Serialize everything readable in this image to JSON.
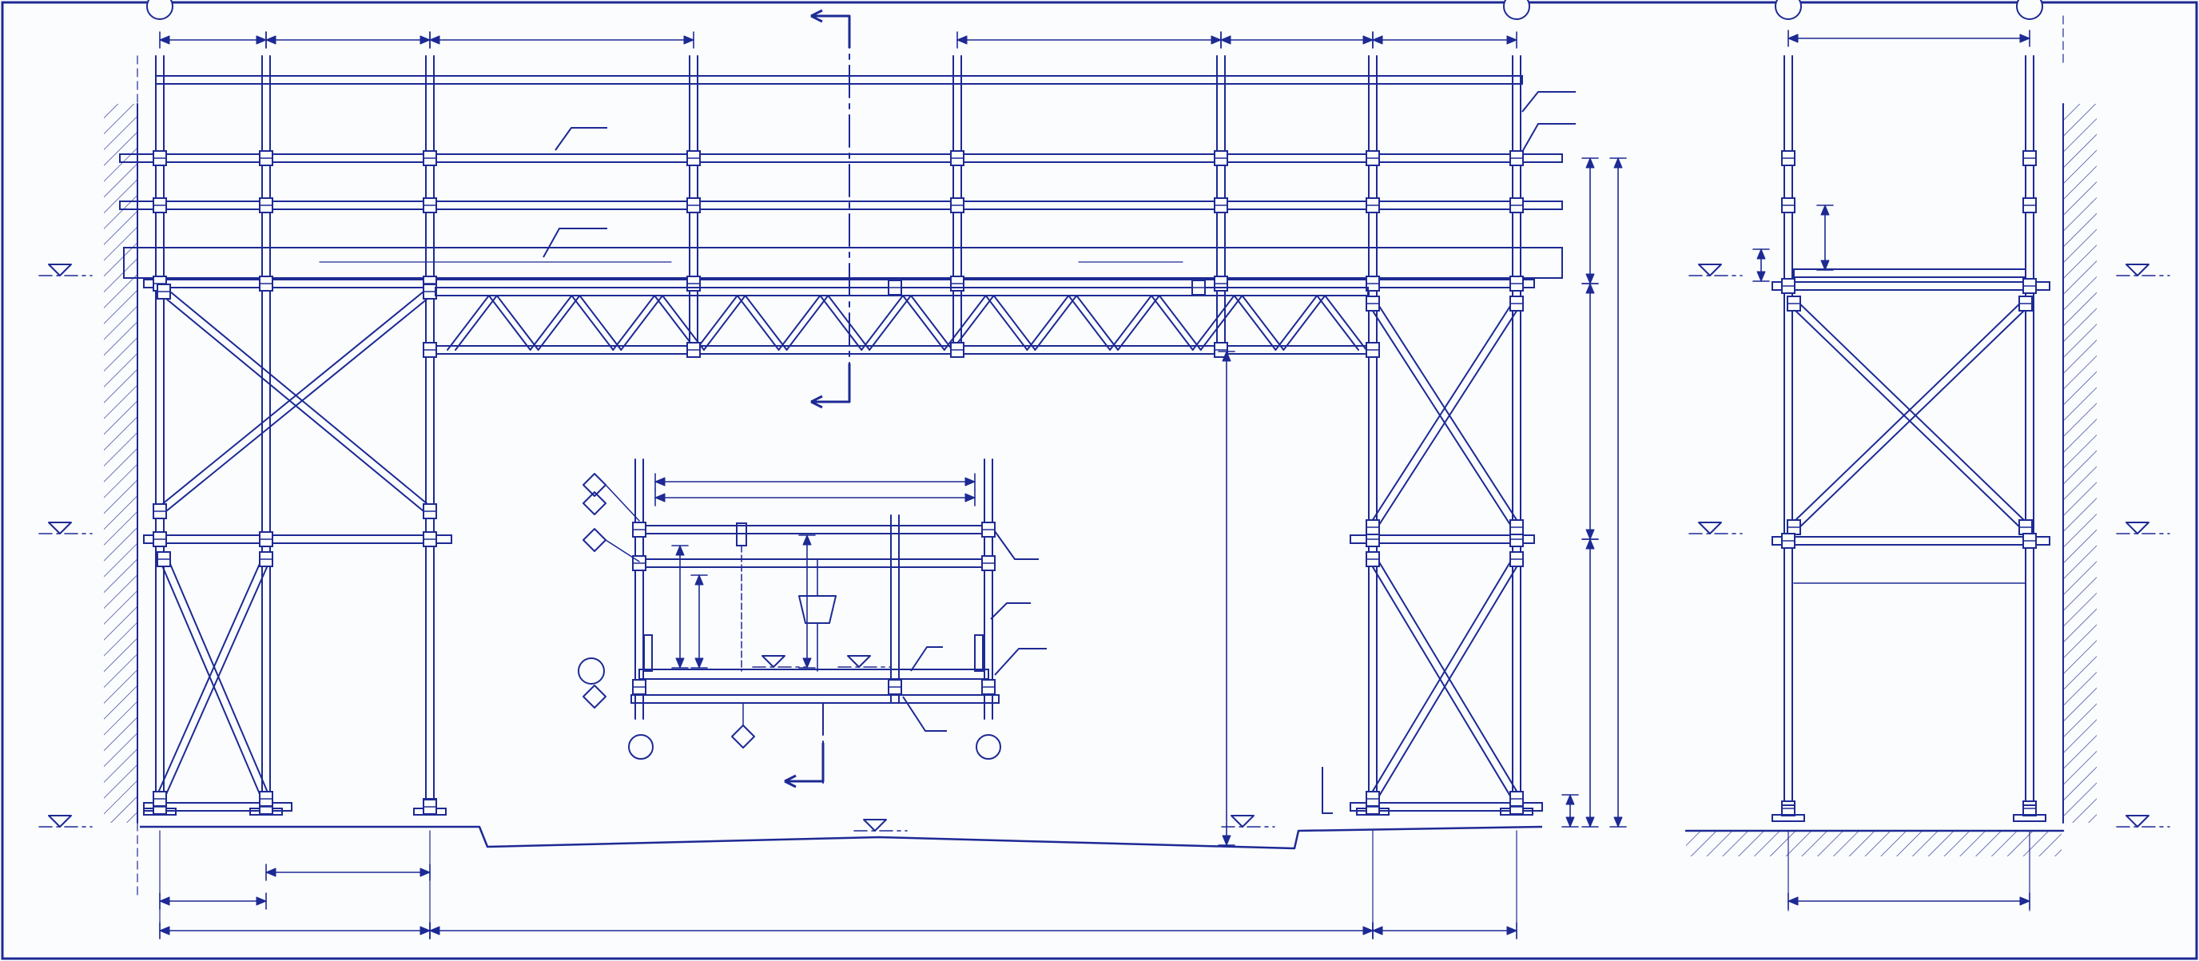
{
  "drawing": {
    "views": [
      {
        "id": "elevation",
        "description": ""
      },
      {
        "id": "detail-section",
        "description": ""
      },
      {
        "id": "side-elevation",
        "description": ""
      }
    ],
    "colors": {
      "background": "#fbfcfe",
      "line": "#1d2a94",
      "hatch": "#4a55a8"
    },
    "level_marks": 10,
    "section_arrows": 3
  }
}
